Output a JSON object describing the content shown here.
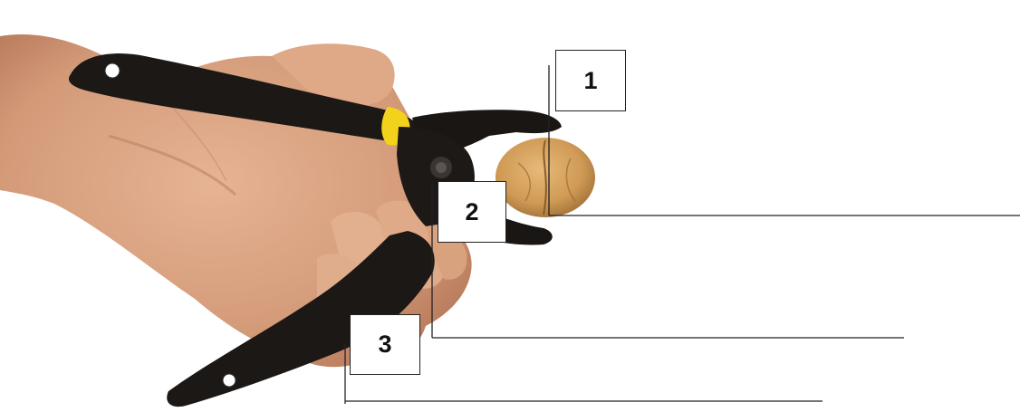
{
  "diagram": {
    "labels": [
      {
        "id": "label-1",
        "text": "1"
      },
      {
        "id": "label-2",
        "text": "2"
      },
      {
        "id": "label-3",
        "text": "3"
      }
    ],
    "answer_lines": 3
  },
  "colors": {
    "skin": "#d9a07c",
    "skin_shadow": "#b8775a",
    "handle": "#1a1614",
    "grip_ring": "#f3d21b",
    "walnut": "#d6a35e",
    "line": "#222222"
  }
}
